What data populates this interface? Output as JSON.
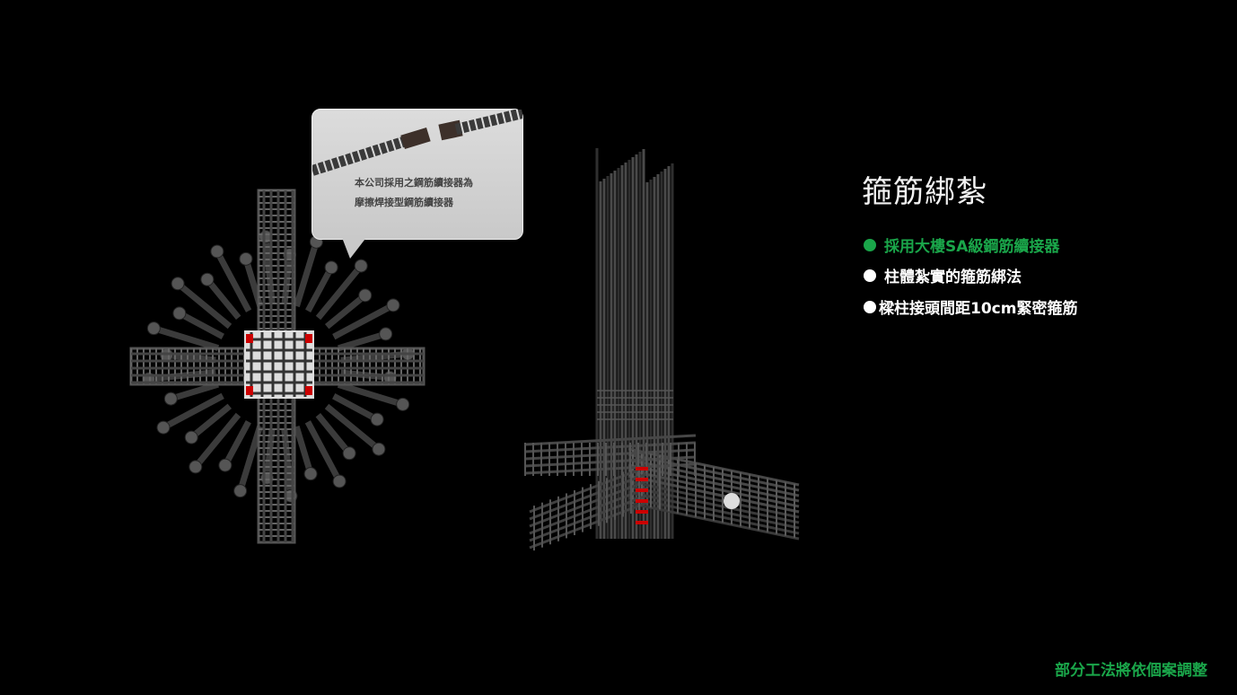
{
  "heading": "箍筋綁紮",
  "bullets": [
    {
      "text": "採用大樓SA級鋼筋續接器",
      "color": "#1aa64a"
    },
    {
      "text": "柱體紮實的箍筋綁法",
      "color": "#ffffff"
    },
    {
      "text": "樑柱接頭間距10cm緊密箍筋",
      "color": "#ffffff"
    }
  ],
  "callout": {
    "line1": "本公司採用之鋼筋續接器為",
    "line2": "摩擦焊接型鋼筋續接器"
  },
  "footnote": "部分工法將依個案調整",
  "colors": {
    "accent": "#1aa64a",
    "background": "#000000"
  }
}
